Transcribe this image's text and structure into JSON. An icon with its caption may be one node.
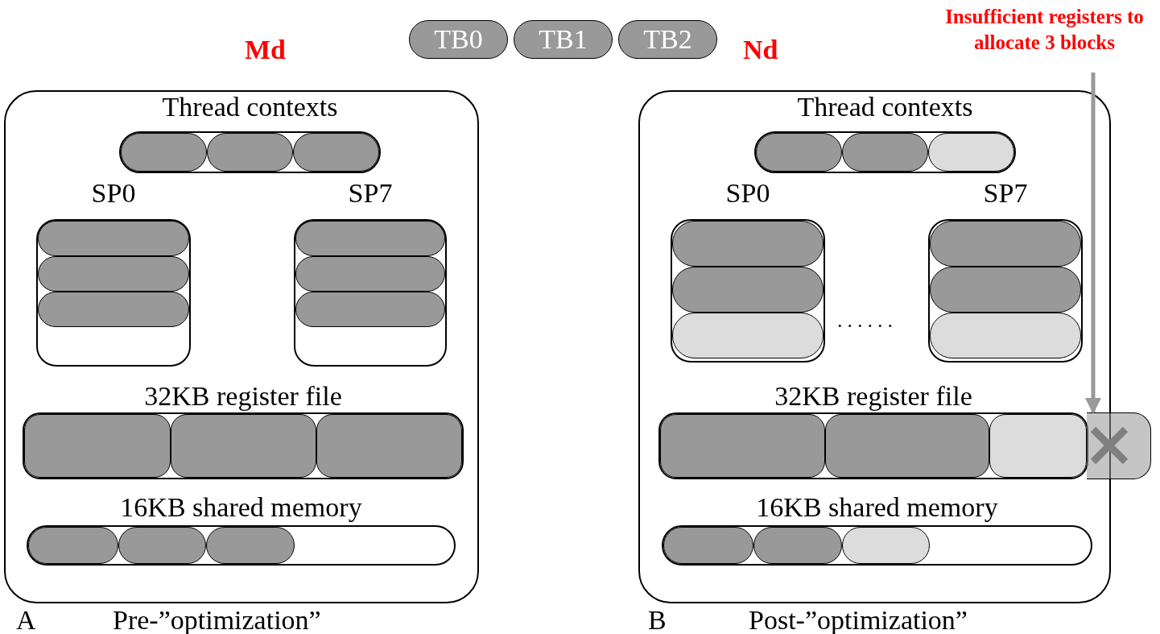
{
  "diagram": {
    "nodes": [
      {
        "text": [
          "TB0"
        ]
      },
      {
        "text": [
          "TB1"
        ]
      },
      {
        "text": [
          "TB2"
        ]
      },
      {
        "text": [
          "Md"
        ]
      },
      {
        "text": [
          "Thread contexts"
        ],
        "in": 3
      },
      {
        "text": [],
        "shape": "box",
        "in": 4
      },
      {
        "text": [],
        "shape": "box",
        "in": 4
      },
      {
        "text": [],
        "shape": "box",
        "in": 4
      },
      {
        "text": [
          "SP0"
        ],
        "in": 3
      },
      {
        "text": [],
        "shape": "box",
        "in": 8
      },
      {
        "text": [],
        "shape": "box",
        "in": 8
      },
      {
        "text": [],
        "shape": "box",
        "in": 8
      },
      {
        "text": [
          "SP7"
        ],
        "in": 3
      },
      {
        "text": [],
        "shape": "box",
        "in": 12
      },
      {
        "text": [],
        "shape": "box",
        "in": 12
      },
      {
        "text": [],
        "shape": "box",
        "in": 12
      },
      {
        "text": [
          "32KB register file"
        ],
        "in": 3
      },
      {
        "text": [],
        "shape": "box",
        "in": 16
      },
      {
        "text": [],
        "shape": "box",
        "in": 16
      },
      {
        "text": [],
        "shape": "box",
        "in": 16
      },
      {
        "text": [
          "16KB shared memory"
        ],
        "in": 3
      },
      {
        "text": [],
        "shape": "box",
        "in": 20
      },
      {
        "text": [],
        "shape": "box",
        "in": 20
      },
      {
        "text": [],
        "shape": "box",
        "in": 20
      },
      {
        "text": [
          "Insufficient registers to allocate 3 blocks"
        ]
      },
      {
        "text": [
          "Nd"
        ]
      },
      {
        "text": [
          "Thread contexts"
        ],
        "in": 25
      },
      {
        "text": [],
        "shape": "box",
        "in": 26
      },
      {
        "text": [],
        "shape": "box",
        "in": 26
      },
      {
        "text": [],
        "shape": "box",
        "in": 26
      },
      {
        "text": [
          "SP0"
        ],
        "in": 25
      },
      {
        "text": [],
        "shape": "box",
        "in": 30
      },
      {
        "text": [],
        "shape": "box",
        "in": 30
      },
      {
        "text": [],
        "shape": "box",
        "in": 30
      },
      {
        "text": [
          "SP7"
        ],
        "in": 25
      },
      {
        "text": [],
        "shape": "box",
        "in": 34
      },
      {
        "text": [],
        "shape": "box",
        "in": 34
      },
      {
        "text": [],
        "shape": "box",
        "in": 34
      },
      {
        "text": [
          "32KB register file"
        ],
        "in": 25
      },
      {
        "text": [],
        "shape": "box",
        "in": 38
      },
      {
        "text": [],
        "shape": "box",
        "in": 38
      },
      {
        "text": [],
        "shape": "box",
        "in": 38
      },
      {
        "text": [],
        "shape": "box"
      },
      {
        "text": [
          "16KB shared memory"
        ],
        "in": 25
      },
      {
        "text": [],
        "shape": "box",
        "in": 43
      },
      {
        "text": [],
        "shape": "box",
        "in": 43
      },
      {
        "text": [],
        "shape": "box",
        "in": 43
      }
    ],
    "edges": [
      {
        "from": 24,
        "to": 42,
        "arrow": "to"
      }
    ],
    "labels": [
      "A",
      "Pre-”optimization”",
      "......",
      "B",
      "Post-”optimization”"
    ]
  }
}
